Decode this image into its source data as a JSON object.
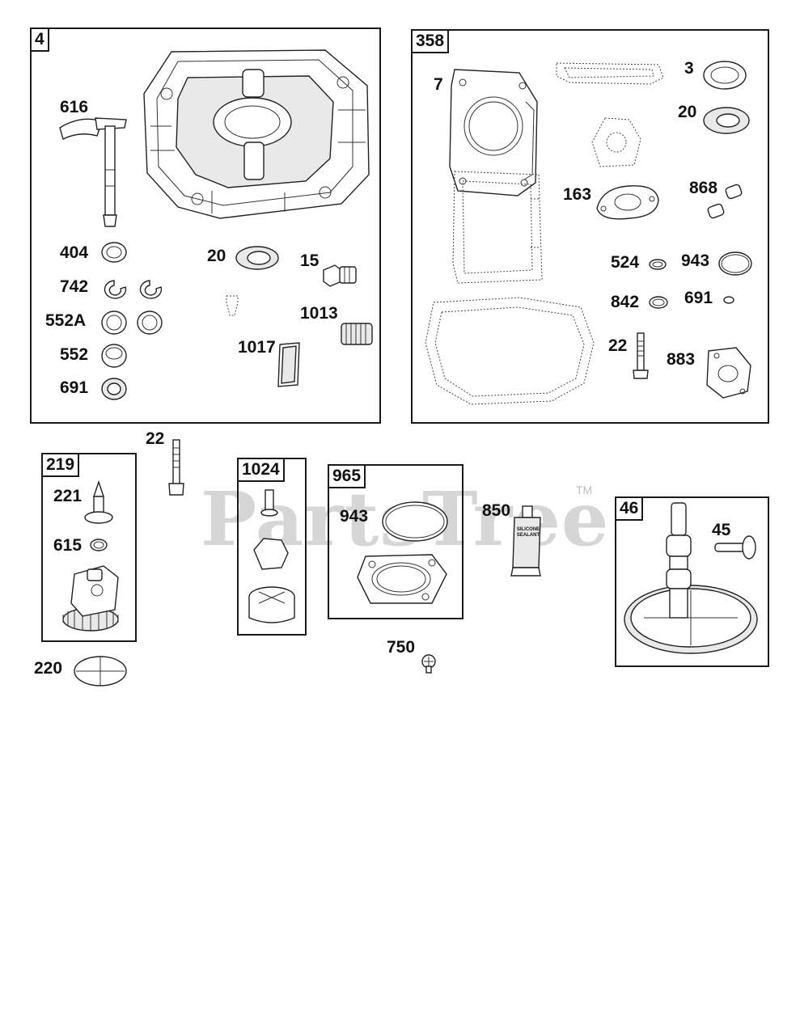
{
  "watermark": {
    "text": "PartsTree",
    "tm": "TM"
  },
  "groups": {
    "g4": "4",
    "g358": "358",
    "g219": "219",
    "g1024": "1024",
    "g965": "965",
    "g46": "46"
  },
  "labels": {
    "p616": "616",
    "p404": "404",
    "p742": "742",
    "p552a": "552A",
    "p552": "552",
    "p691a": "691",
    "p20a": "20",
    "p15": "15",
    "p1013": "1013",
    "p1017": "1017",
    "p7": "7",
    "p3": "3",
    "p20b": "20",
    "p163": "163",
    "p868": "868",
    "p524": "524",
    "p943a": "943",
    "p842": "842",
    "p691b": "691",
    "p22a": "22",
    "p883": "883",
    "p22b": "22",
    "p221": "221",
    "p615": "615",
    "p220": "220",
    "p943b": "943",
    "p850": "850",
    "p750": "750",
    "p45": "45"
  },
  "tube_text": {
    "line1": "SILICONE",
    "line2": "SEALANT"
  }
}
